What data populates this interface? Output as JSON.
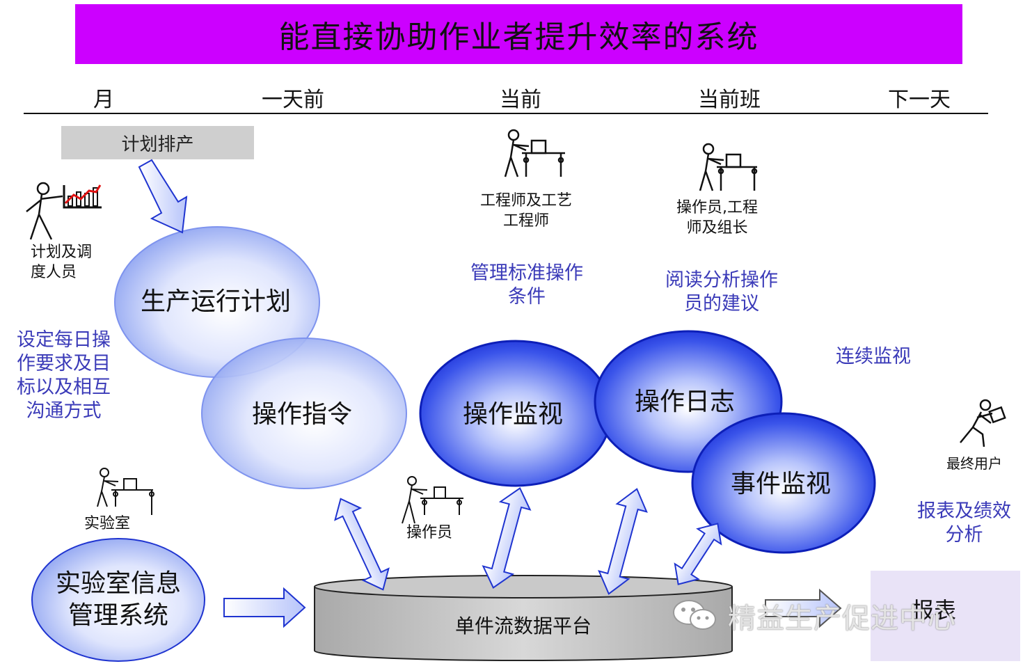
{
  "title": "能直接协助作业者提升效率的系统",
  "timeline": [
    "月",
    "一天前",
    "当前",
    "当前班",
    "下一天"
  ],
  "plan_box": "计划排产",
  "roles": {
    "planner": "计划及调\n度人员",
    "engineer": "工程师及工艺\n工程师",
    "operator_team": "操作员,工程\n师及组长",
    "end_user": "最终用户",
    "lab": "实验室",
    "operator": "操作员"
  },
  "notes": {
    "set_requirements": "设定每日操\n作要求及目\n标以及相互\n沟通方式",
    "manage_conditions": "管理标准操作\n条件",
    "read_suggestions": "阅读分析操作\n员的建议",
    "continuous_monitor": "连续监视",
    "reports_performance": "报表及绩效\n分析"
  },
  "modules": {
    "production_plan": "生产运行计划",
    "operation_instruction": "操作指令",
    "operation_monitor": "操作监视",
    "operation_log": "操作日志",
    "event_monitor": "事件监视",
    "lims": "实验室信息\n管理系统"
  },
  "platform": "单件流数据平台",
  "report": "报表",
  "watermark": "精益生产促进中心",
  "colors": {
    "title_bg": "#cc00ff",
    "light_ellipse": "#b9c6f7",
    "dark_ellipse": "#1d35e0",
    "note_text": "#3a3ab8",
    "arrow_fill": "#c8d2fb",
    "arrow_stroke": "#1f34d0"
  },
  "icons": [
    "worker-icon",
    "chart-icon",
    "running-person-icon",
    "wechat-icon"
  ]
}
